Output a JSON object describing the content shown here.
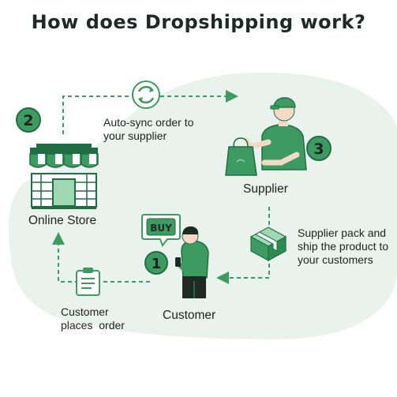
{
  "title": "How does Dropshipping work?",
  "colors": {
    "blob": "#e9f2ec",
    "green": "#3d9b62",
    "dark_green": "#1f6e43",
    "light_green": "#9fd8b2",
    "ink": "#1c2420"
  },
  "nodes": {
    "online_store": {
      "label": "Online Store",
      "step": "2"
    },
    "supplier": {
      "label": "Supplier",
      "step": "3"
    },
    "customer": {
      "label": "Customer",
      "step": "1",
      "phone_sign": "BUY"
    }
  },
  "edges": {
    "auto_sync": {
      "line1": "Auto-sync order to",
      "line2": "your supplier",
      "icon": "sync-icon"
    },
    "supplier_ship": {
      "line1": "Supplier pack and",
      "line2": "ship the product to",
      "line3": "your customers",
      "icon": "package-icon"
    },
    "customer_order": {
      "line1": "Customer",
      "line2": "places  order",
      "icon": "order-form-icon"
    }
  }
}
